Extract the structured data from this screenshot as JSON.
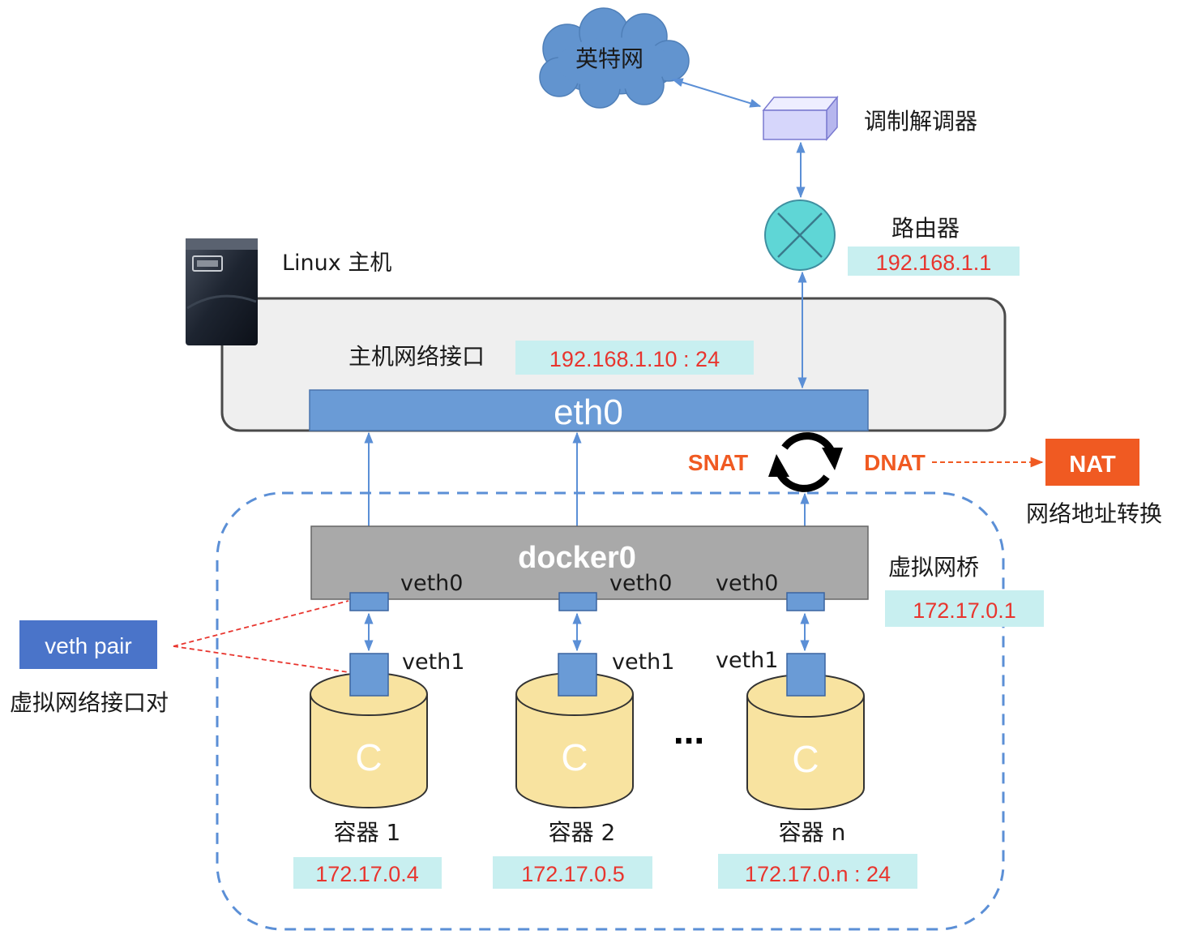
{
  "internet": {
    "label": "英特网"
  },
  "modem": {
    "label": "调制解调器"
  },
  "router": {
    "label": "路由器",
    "ip": "192.168.1.1"
  },
  "host": {
    "label": "Linux 主机",
    "interface_label": "主机网络接口",
    "interface_ip": "192.168.1.10 : 24",
    "eth0_label": "eth0"
  },
  "nat": {
    "snat_label": "SNAT",
    "dnat_label": "DNAT",
    "box_label": "NAT",
    "caption": "网络地址转换"
  },
  "bridge": {
    "label": "docker0",
    "caption": "虚拟网桥",
    "ip": "172.17.0.1",
    "veth0_labels": [
      "veth0",
      "veth0",
      "veth0"
    ]
  },
  "veth_pair": {
    "label": "veth pair",
    "caption": "虚拟网络接口对"
  },
  "containers": [
    {
      "symbol": "C",
      "veth1": "veth1",
      "name": "容器 1",
      "ip": "172.17.0.4"
    },
    {
      "symbol": "C",
      "veth1": "veth1",
      "name": "容器 2",
      "ip": "172.17.0.5"
    },
    {
      "symbol": "C",
      "veth1": "veth1",
      "name": "容器 n",
      "ip": "172.17.0.n : 24"
    }
  ],
  "ellipsis": "...",
  "colors": {
    "link_blue": "#5b8fd6",
    "eth0_fill": "#6a9bd6",
    "ip_bg": "#c8eff0",
    "ip_text": "#e8352e",
    "nat_orange": "#f05a22",
    "cloud_fill": "#6294cf",
    "router_fill": "#5fd6d6",
    "modem_fill": "#d6d6fb",
    "bridge_fill": "#a9a9a9",
    "container_fill": "#f8e3a0"
  }
}
